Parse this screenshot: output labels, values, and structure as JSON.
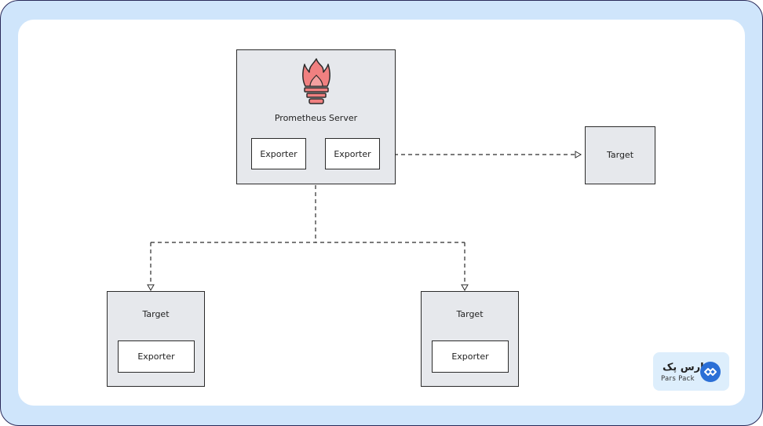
{
  "server": {
    "title": "Prometheus Server",
    "exporters": [
      "Exporter",
      "Exporter"
    ],
    "icon": "prometheus-flame-icon",
    "icon_color": "#f08080"
  },
  "target_right": {
    "label": "Target"
  },
  "target_left": {
    "label": "Target",
    "exporter": "Exporter"
  },
  "target_middle": {
    "label": "Target",
    "exporter": "Exporter"
  },
  "logo": {
    "fa": "پارس پک",
    "en": "Pars Pack",
    "color": "#2b6fd6"
  },
  "colors": {
    "frame": "#cfe5fb",
    "box": "#e6e8ec",
    "line": "#2b2b2b"
  }
}
